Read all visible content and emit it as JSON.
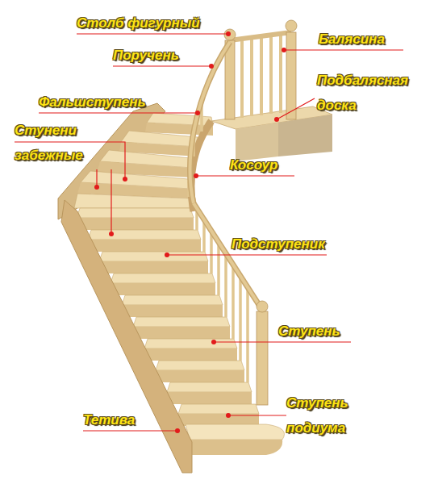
{
  "diagram": {
    "labels": [
      "Столб фигурный",
      "Поручень",
      "Балясина",
      "Подбалясная доска",
      "Фальшступень",
      "Стунени забежные",
      "Косоур",
      "Подступеник",
      "Ступень",
      "Ступень подиума",
      "Тетива"
    ]
  }
}
